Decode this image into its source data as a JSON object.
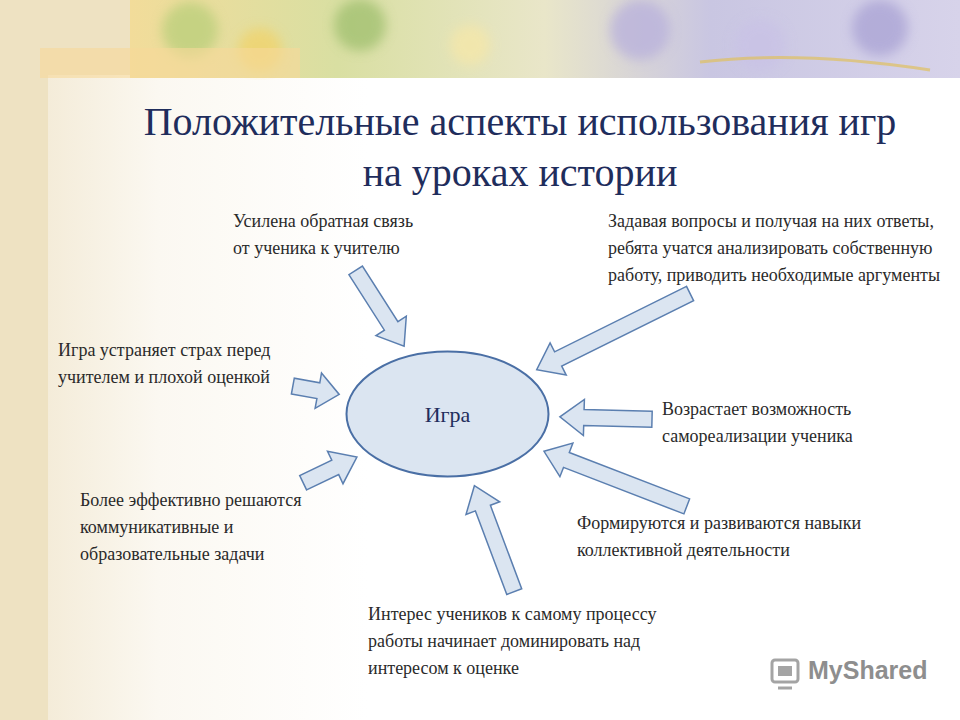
{
  "diagram": {
    "title": "Положительные аспекты использования игр на уроках истории",
    "nodes": [
      {
        "text": [
          "Усилена обратная связь от ученика к учителю"
        ]
      },
      {
        "text": [
          "Задавая вопросы и получая на них ответы, ребята учатся анализировать собственную работу, приводить необходимые аргументы"
        ]
      },
      {
        "text": [
          "Игра устраняет страх перед учителем и плохой оценкой"
        ]
      },
      {
        "text": [
          "Игра"
        ]
      },
      {
        "text": [
          "Возрастает возможность самореализации ученика"
        ]
      },
      {
        "text": [
          "Более эффективно решаются коммуникативные и образовательные задачи"
        ]
      },
      {
        "text": [
          "Формируются и развиваются навыки коллективной деятельности"
        ]
      },
      {
        "text": [
          "Интерес учеников к самому процессу работы начинает доминировать над интересом к оценке"
        ]
      }
    ],
    "edges": [
      {
        "from": 0,
        "to": 3,
        "arrow": "to"
      },
      {
        "from": 1,
        "to": 3,
        "arrow": "to"
      },
      {
        "from": 2,
        "to": 3,
        "arrow": "to"
      },
      {
        "from": 4,
        "to": 3,
        "arrow": "to"
      },
      {
        "from": 5,
        "to": 3,
        "arrow": "to"
      },
      {
        "from": 6,
        "to": 3,
        "arrow": "to"
      },
      {
        "from": 7,
        "to": 3,
        "arrow": "to"
      }
    ],
    "labels": [
      "MyShared"
    ]
  }
}
